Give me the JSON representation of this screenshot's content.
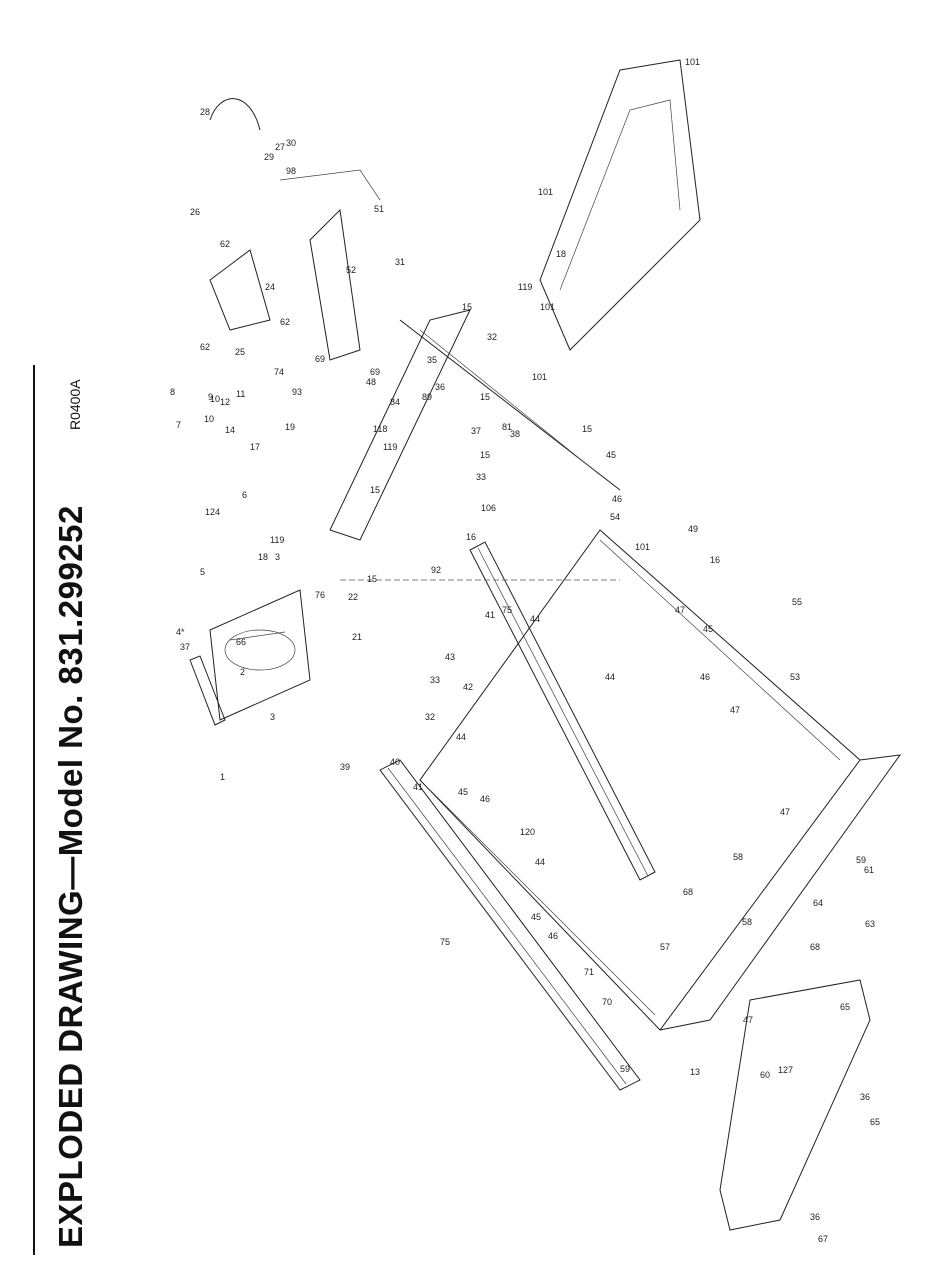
{
  "header": {
    "title": "EXPLODED DRAWING—Model No. 831.299252",
    "code": "R0400A"
  },
  "part_labels": [
    "1",
    "2",
    "3",
    "3",
    "4*",
    "66",
    "37",
    "21",
    "22",
    "76",
    "39",
    "40",
    "41",
    "41",
    "75",
    "75",
    "92",
    "32",
    "33",
    "42",
    "43",
    "44",
    "44",
    "44",
    "44",
    "45",
    "45",
    "45",
    "45",
    "46",
    "46",
    "46",
    "46",
    "47",
    "47",
    "47",
    "47",
    "49",
    "16",
    "16",
    "106",
    "38",
    "81",
    "15",
    "15",
    "15",
    "15",
    "15",
    "15",
    "119",
    "119",
    "119",
    "18",
    "18",
    "19",
    "118",
    "48",
    "69",
    "69",
    "89",
    "93",
    "74",
    "84",
    "35",
    "36",
    "36",
    "36",
    "37",
    "31",
    "33",
    "32",
    "124",
    "5",
    "6",
    "7",
    "8",
    "9",
    "10",
    "10",
    "11",
    "12",
    "13",
    "14",
    "17",
    "24",
    "25",
    "52",
    "62",
    "62",
    "62",
    "26",
    "27",
    "28",
    "29",
    "30",
    "98",
    "51",
    "101",
    "101",
    "101",
    "101",
    "101",
    "127",
    "54",
    "53",
    "55",
    "57",
    "58",
    "58",
    "59",
    "59",
    "60",
    "61",
    "63",
    "64",
    "65",
    "65",
    "67",
    "68",
    "68",
    "70",
    "71",
    "120"
  ]
}
